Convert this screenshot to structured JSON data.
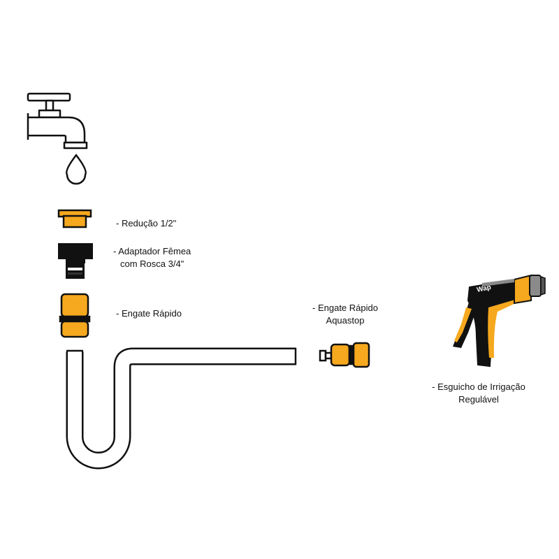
{
  "colors": {
    "accent": "#F6A81E",
    "black": "#111111",
    "gray": "#8A8A8A",
    "outline": "#111111"
  },
  "items": {
    "reducao": {
      "line1": "- Redução 1/2\""
    },
    "adaptador": {
      "line1": "- Adaptador Fêmea",
      "line2": "com Rosca 3/4\""
    },
    "engate": {
      "line1": "- Engate Rápido"
    },
    "aquastop": {
      "line1": "- Engate Rápido",
      "line2": "Aquastop"
    },
    "esguicho": {
      "line1": "- Esguicho de Irrigação",
      "line2": "Regulável"
    }
  },
  "brand": {
    "logo_text": "Wap"
  },
  "icons": [
    "faucet-icon",
    "water-drop-icon",
    "hose-icon",
    "reduction-part",
    "female-adapter-part",
    "quick-coupler-part",
    "aquastop-coupler-part",
    "spray-nozzle-gun"
  ]
}
